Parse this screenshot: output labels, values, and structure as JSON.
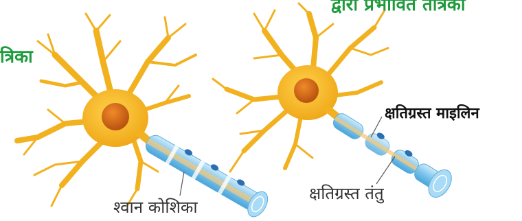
{
  "titles": {
    "top_right": "द्वारा प्रभावित तंत्रिका",
    "left": "त्रिका"
  },
  "labels": {
    "damaged_myelin": "क्षतिग्रस्त माइलिन",
    "schwann_cell": "श्वान कोशिका",
    "damaged_fiber": "क्षतिग्रस्त तंतु"
  },
  "colors": {
    "title_green": "#1f9a3c",
    "neuron_yellow": "#f2b11f",
    "nucleus": "#d0661a",
    "myelin_blue": "#7cc4ec"
  }
}
